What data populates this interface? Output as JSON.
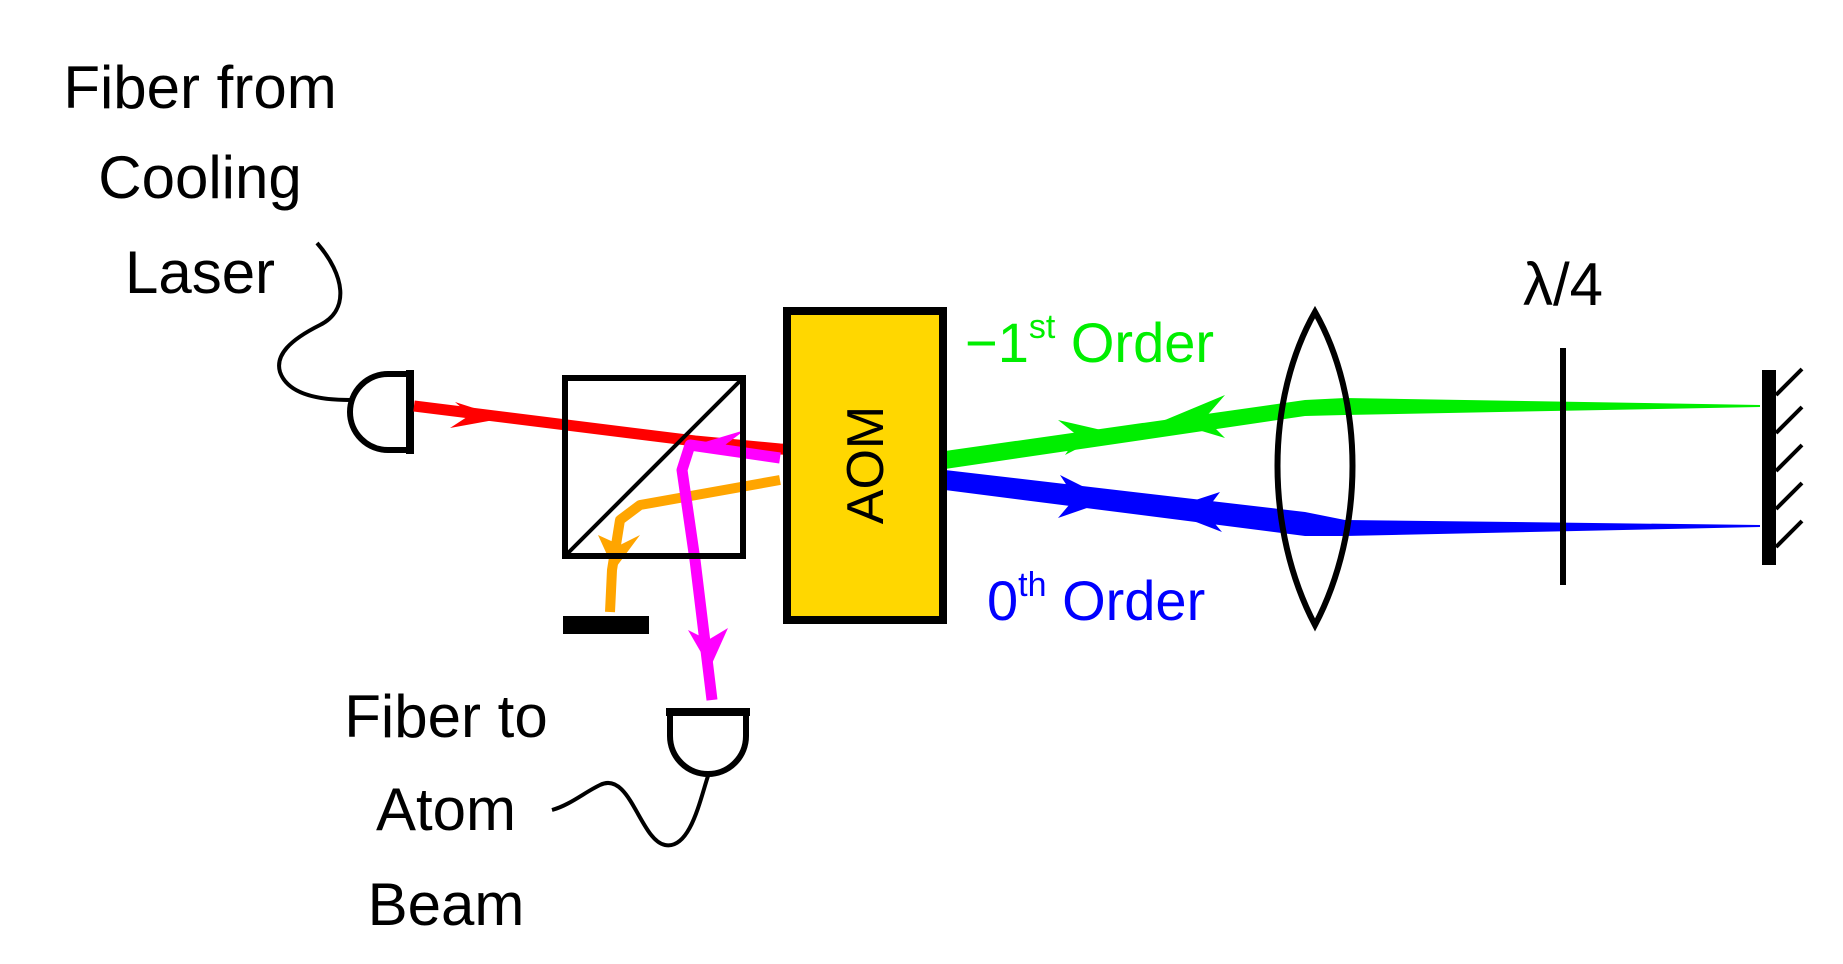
{
  "labels": {
    "fiber_in": [
      "Fiber from",
      "Cooling",
      "Laser"
    ],
    "fiber_out": [
      "Fiber to",
      "Atom",
      "Beam"
    ],
    "aom": "AOM",
    "waveplate": "λ/4",
    "minus_first": {
      "prefix": "−1",
      "sup": "st",
      "suffix": " Order"
    },
    "zeroth": {
      "prefix": "0",
      "sup": "th",
      "suffix": " Order"
    }
  },
  "colors": {
    "input_beam": "#ff0000",
    "output_beam": "#ff00ff",
    "rejected_beam": "#ffa500",
    "first_order_beam": "#00ee00",
    "zeroth_order_beam": "#0000ff",
    "aom_fill": "#ffd700",
    "outline": "#000000"
  }
}
